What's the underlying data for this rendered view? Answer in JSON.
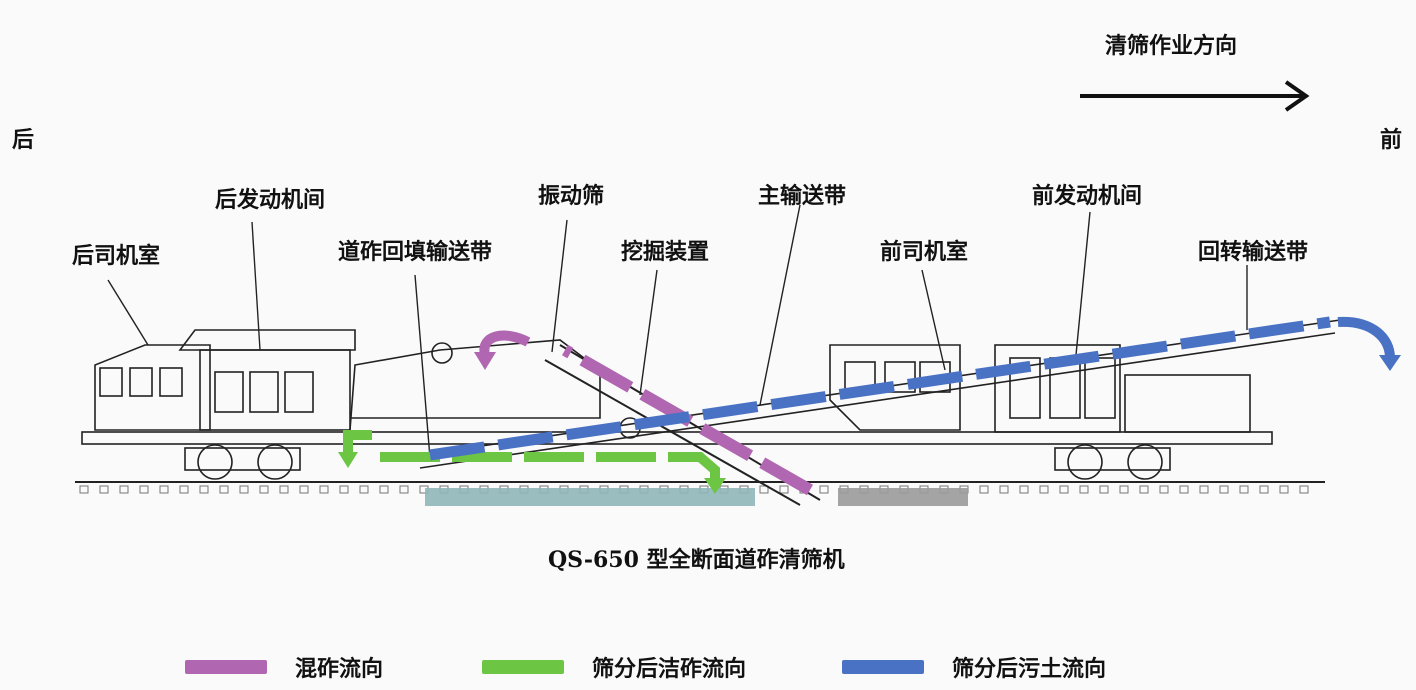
{
  "direction": {
    "label": "清筛作业方向",
    "rear": "后",
    "front": "前"
  },
  "parts": {
    "rear_engine_room": "后发动机间",
    "rear_cab": "后司机室",
    "ballast_return_conveyor": "道砟回填输送带",
    "vibrating_screen": "振动筛",
    "excavation_device": "挖掘装置",
    "main_conveyor": "主输送带",
    "front_engine_room": "前发动机间",
    "front_cab": "前司机室",
    "slewing_conveyor": "回转输送带"
  },
  "caption": "QS-650 型全断面道砟清筛机",
  "legend": [
    {
      "label": "混砟流向",
      "color": "#b066b0"
    },
    {
      "label": "筛分后洁砟流向",
      "color": "#6cc644"
    },
    {
      "label": "筛分后污土流向",
      "color": "#4a72c4"
    }
  ]
}
